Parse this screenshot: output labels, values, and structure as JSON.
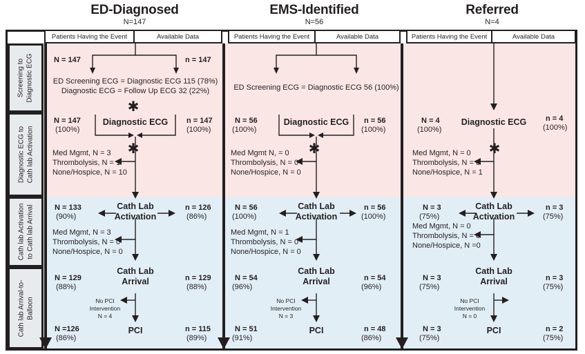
{
  "figure": {
    "type": "flow-diagram",
    "header_columns": [
      "Patients Having the Event",
      "Available Data"
    ],
    "row_labels": [
      "Screening to\nDiagnostic ECG",
      "Diagnostic ECG to\nCath lab Activation",
      "Cath lab Activation\nto Cath lab Arrival",
      "Cath lab Arrival-to-\nBalloon"
    ],
    "band_colors": {
      "pink": "#fbe6e6",
      "blue": "#e2eef6",
      "rail": "#e8ebed",
      "ink": "#231f20"
    },
    "star_glyph": "✱"
  },
  "columns": [
    {
      "id": "ed",
      "title": "ED-Diagnosed",
      "subtitle": "N=147",
      "header": [
        "Patients Having the Event",
        "Available Data"
      ],
      "screening_lines": [
        "ED Screening ECG = Diagnostic ECG 115 (78%)",
        "Diagnostic ECG = Follow Up ECG 32 (22%)"
      ],
      "top_left_n": "N = 147",
      "top_right_n": "n = 147",
      "nodes": [
        {
          "label": "Diagnostic ECG",
          "left_n": "N = 147",
          "left_pct": "(100%)",
          "right_n": "n = 147",
          "right_pct": "(100%)",
          "star": true
        },
        {
          "label": "Cath Lab\nActivation",
          "left_n": "N = 133",
          "left_pct": "(90%)",
          "right_n": "n = 126",
          "right_pct": "(86%)",
          "star": false
        },
        {
          "label": "Cath Lab\nArrival",
          "left_n": "N = 129",
          "left_pct": "(88%)",
          "right_n": "n = 129",
          "right_pct": "(88%)",
          "star": false
        },
        {
          "label": "PCI",
          "left_n": "N =126",
          "left_pct": "(86%)",
          "right_n": "n = 115",
          "right_pct": "(89%)",
          "star": false
        }
      ],
      "exclusions_1": [
        "Med Mgmt,  N = 3",
        "Thrombolysis,  N = 1",
        "None/Hospice,  N = 10"
      ],
      "exclusions_2": [
        "Med Mgmt,  N = 3",
        "Thrombolysis,  N = 0",
        "None/Hospice,  N = 0"
      ],
      "no_pci": [
        "No PCI",
        "Intervention",
        "N = 4"
      ],
      "star1": true,
      "star2": true,
      "star3": false
    },
    {
      "id": "ems",
      "title": "EMS-Identified",
      "subtitle": "N=56",
      "header": [
        "Patients Having the Event",
        "Available Data"
      ],
      "screening_lines": [
        "ED Screening ECG = Diagnostic ECG 56 (100%)"
      ],
      "top_left_n": "",
      "top_right_n": "",
      "nodes": [
        {
          "label": "Diagnostic ECG",
          "left_n": "N = 56",
          "left_pct": "(100%)",
          "right_n": "n = 56",
          "right_pct": "(100%)",
          "star": true
        },
        {
          "label": "Cath Lab\nActivation",
          "left_n": "N = 56",
          "left_pct": "(100%)",
          "right_n": "n = 56",
          "right_pct": "(100%)",
          "star": false
        },
        {
          "label": "Cath Lab\nArrival",
          "left_n": "N = 54",
          "left_pct": "(96%)",
          "right_n": "n = 54",
          "right_pct": "(96%)",
          "star": false
        },
        {
          "label": "PCI",
          "left_n": "N = 51",
          "left_pct": "(91%)",
          "right_n": "n = 48",
          "right_pct": "(86%)",
          "star": false
        }
      ],
      "exclusions_1": [
        "Med Mgmt N, = 0",
        "Thrombolysis, N = 0",
        "None/Hospice,  N = 0"
      ],
      "exclusions_2": [
        "Med Mgmt, N = 1",
        "Thrombolysis, N = 0",
        "None/Hospice, N = 0"
      ],
      "no_pci": [
        "No PCI",
        "Intervention",
        "N = 3"
      ],
      "star1": true,
      "star2": true,
      "star3": false
    },
    {
      "id": "ref",
      "title": "Referred",
      "subtitle": "N=4",
      "header": [
        "Patients Having the Event",
        "Available Data"
      ],
      "screening_lines": [],
      "top_left_n": "",
      "top_right_n": "",
      "nodes": [
        {
          "label": "Diagnostic ECG",
          "left_n": "N = 4",
          "left_pct": "(100%)",
          "right_n": "n = 4",
          "right_pct": "(100%)",
          "star": false
        },
        {
          "label": "Cath Lab\nActivation",
          "left_n": "N = 3",
          "left_pct": "(75%)",
          "right_n": "n = 3",
          "right_pct": "(75%)",
          "star": false
        },
        {
          "label": "Cath Lab\nArrival",
          "left_n": "N = 3",
          "left_pct": "(75%)",
          "right_n": "n = 3",
          "right_pct": "(75%)",
          "star": false
        },
        {
          "label": "PCI",
          "left_n": "N = 3",
          "left_pct": "(75%)",
          "right_n": "n = 2",
          "right_pct": "(75%)",
          "star": false
        }
      ],
      "exclusions_1": [
        "Med Mgmt,  N = 0",
        "Thrombolysis, N = 0",
        "None/Hospice, N = 1"
      ],
      "exclusions_2": [
        "Med Mgmt, N = 0",
        "Thrombolysis, N = 0",
        "None/Hospice, N =0"
      ],
      "no_pci": [
        "No PCI",
        "Intervention",
        "N = 0"
      ],
      "star1": true,
      "star2": true,
      "star3": false
    }
  ]
}
